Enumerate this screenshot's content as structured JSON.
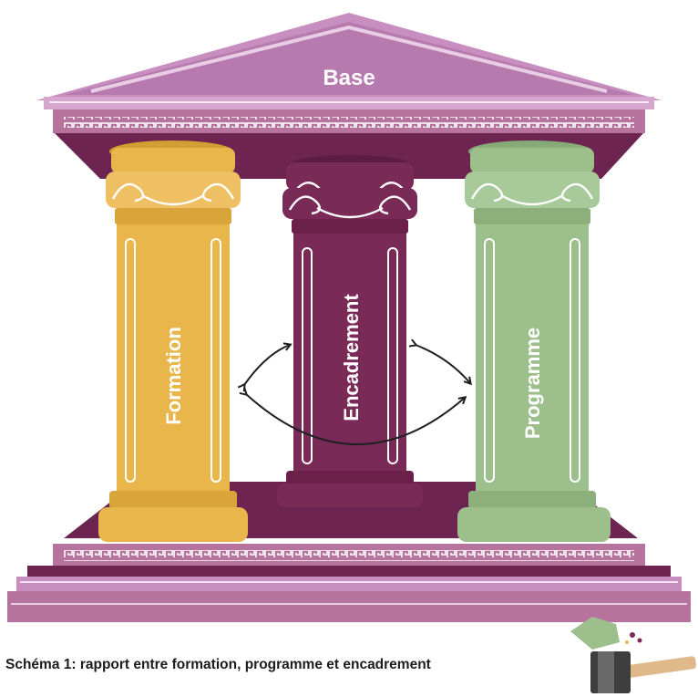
{
  "diagram": {
    "roof_label": "Base",
    "pillars": [
      {
        "label": "Formation",
        "color": "#e8b64a"
      },
      {
        "label": "Encadrement",
        "color": "#7a2a57"
      },
      {
        "label": "Programme",
        "color": "#9cbf8c"
      }
    ],
    "caption": "Schéma 1: rapport entre formation, programme et encadrement"
  },
  "colors": {
    "roof": "#c98ec0",
    "entablature": "#6e2450",
    "base": "#b5739e",
    "arrow": "#1f1f1f"
  }
}
